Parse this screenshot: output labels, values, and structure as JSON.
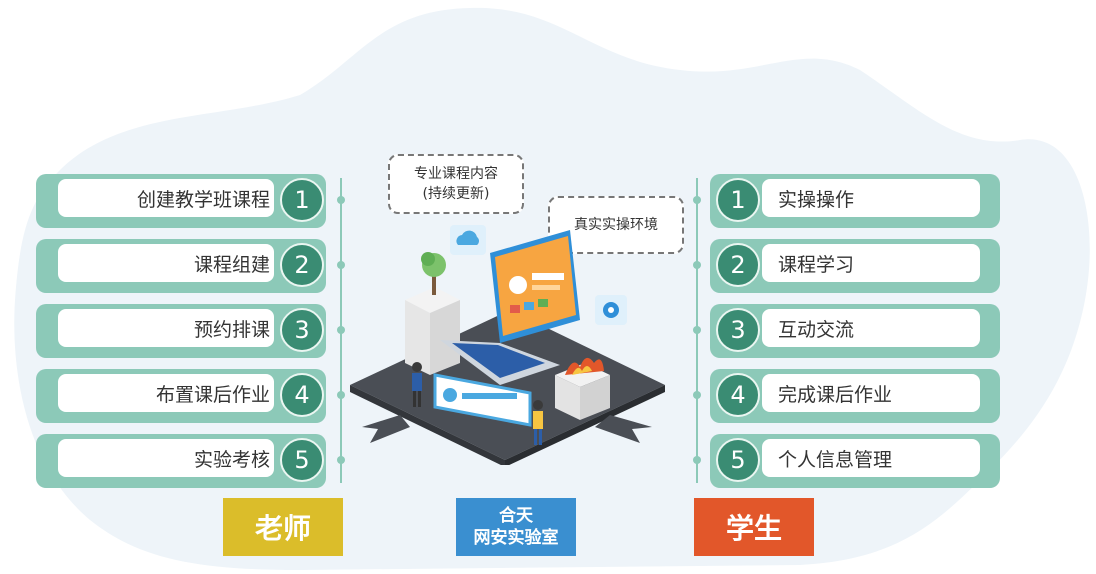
{
  "teacher": {
    "title": "老师",
    "items": [
      {
        "num": "1",
        "label": "创建教学班课程"
      },
      {
        "num": "2",
        "label": "课程组建"
      },
      {
        "num": "3",
        "label": "预约排课"
      },
      {
        "num": "4",
        "label": "布置课后作业"
      },
      {
        "num": "5",
        "label": "实验考核"
      }
    ]
  },
  "student": {
    "title": "学生",
    "items": [
      {
        "num": "1",
        "label": "实操操作"
      },
      {
        "num": "2",
        "label": "课程学习"
      },
      {
        "num": "3",
        "label": "互动交流"
      },
      {
        "num": "4",
        "label": "完成课后作业"
      },
      {
        "num": "5",
        "label": "个人信息管理"
      }
    ]
  },
  "center": {
    "title_line1": "合天",
    "title_line2": "网安实验室",
    "callout1_line1": "专业课程内容",
    "callout1_line2": "(持续更新)",
    "callout2": "真实实操环境"
  },
  "colors": {
    "pill": "#8cc9b8",
    "number_circle": "#3a8c73",
    "teacher_tag": "#dbbd2a",
    "center_tag": "#3a8fd0",
    "student_tag": "#e2572a",
    "background_blob": "#eef4f9"
  }
}
